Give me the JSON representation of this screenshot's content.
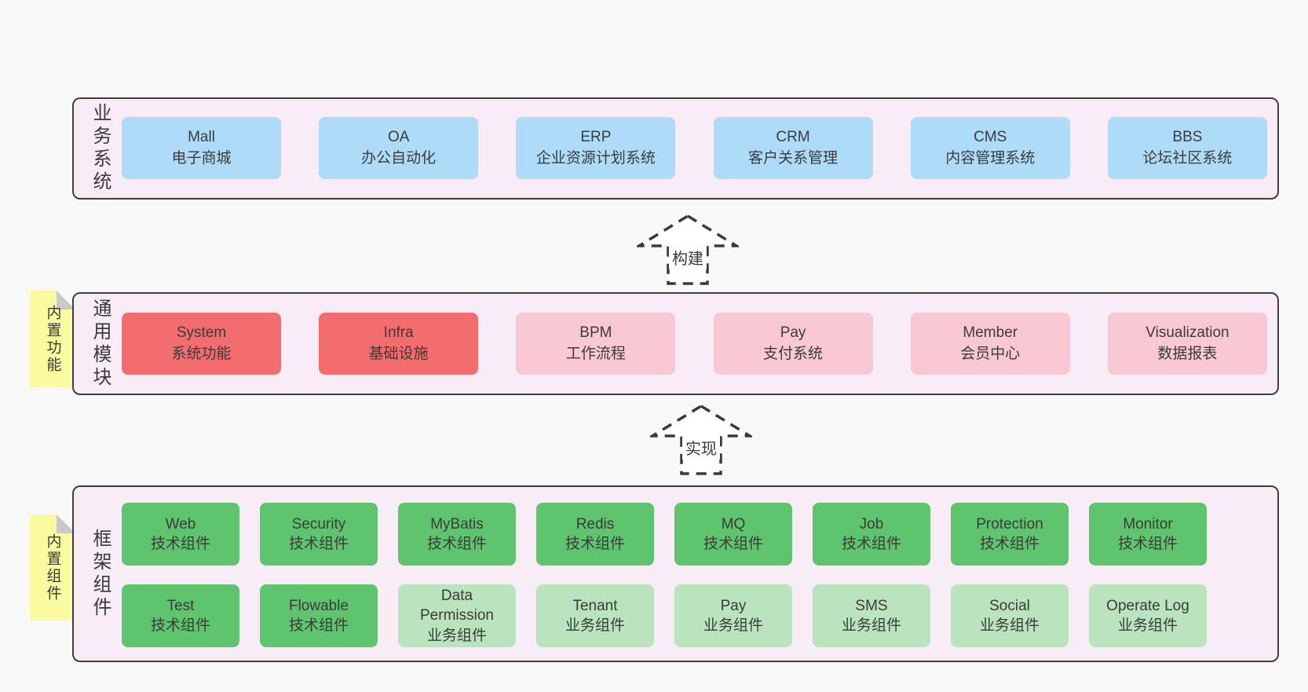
{
  "diagram_title": "",
  "colors": {
    "page_bg": "#f8f8f8",
    "band_bg": "#f8edf6",
    "band_border": "#3f3f3f",
    "system_blue": "#aedcf8",
    "core_red": "#f36d6e",
    "module_pink": "#f9c9d3",
    "tech_green": "#5fc46e",
    "biz_light_green": "#b9e4be",
    "note_yellow": "#fafaa0",
    "note_fold_gray": "#c9c9c9",
    "text": "#3b3b3b"
  },
  "arrows": [
    {
      "label": "构建"
    },
    {
      "label": "实现"
    }
  ],
  "bands": [
    {
      "label": "业务系统",
      "boxes": [
        {
          "title": "Mall",
          "subtitle": "电子商城",
          "variant": "blue"
        },
        {
          "title": "OA",
          "subtitle": "办公自动化",
          "variant": "blue"
        },
        {
          "title": "ERP",
          "subtitle": "企业资源计划系统",
          "variant": "blue"
        },
        {
          "title": "CRM",
          "subtitle": "客户关系管理",
          "variant": "blue"
        },
        {
          "title": "CMS",
          "subtitle": "内容管理系统",
          "variant": "blue"
        },
        {
          "title": "BBS",
          "subtitle": "论坛社区系统",
          "variant": "blue"
        }
      ]
    },
    {
      "label": "通用模块",
      "note": "内置功能",
      "boxes": [
        {
          "title": "System",
          "subtitle": "系统功能",
          "variant": "red"
        },
        {
          "title": "Infra",
          "subtitle": "基础设施",
          "variant": "red"
        },
        {
          "title": "BPM",
          "subtitle": "工作流程",
          "variant": "pink"
        },
        {
          "title": "Pay",
          "subtitle": "支付系统",
          "variant": "pink"
        },
        {
          "title": "Member",
          "subtitle": "会员中心",
          "variant": "pink"
        },
        {
          "title": "Visualization",
          "subtitle": "数据报表",
          "variant": "pink"
        }
      ]
    },
    {
      "label": "框架组件",
      "note": "内置组件",
      "rows": [
        [
          {
            "title": "Web",
            "subtitle": "技术组件",
            "variant": "green"
          },
          {
            "title": "Security",
            "subtitle": "技术组件",
            "variant": "green"
          },
          {
            "title": "MyBatis",
            "subtitle": "技术组件",
            "variant": "green"
          },
          {
            "title": "Redis",
            "subtitle": "技术组件",
            "variant": "green"
          },
          {
            "title": "MQ",
            "subtitle": "技术组件",
            "variant": "green"
          },
          {
            "title": "Job",
            "subtitle": "技术组件",
            "variant": "green"
          },
          {
            "title": "Protection",
            "subtitle": "技术组件",
            "variant": "green"
          },
          {
            "title": "Monitor",
            "subtitle": "技术组件",
            "variant": "green"
          }
        ],
        [
          {
            "title": "Test",
            "subtitle": "技术组件",
            "variant": "green"
          },
          {
            "title": "Flowable",
            "subtitle": "技术组件",
            "variant": "green"
          },
          {
            "title": "Data Permission",
            "subtitle": "业务组件",
            "variant": "lightgreen"
          },
          {
            "title": "Tenant",
            "subtitle": "业务组件",
            "variant": "lightgreen"
          },
          {
            "title": "Pay",
            "subtitle": "业务组件",
            "variant": "lightgreen"
          },
          {
            "title": "SMS",
            "subtitle": "业务组件",
            "variant": "lightgreen"
          },
          {
            "title": "Social",
            "subtitle": "业务组件",
            "variant": "lightgreen"
          },
          {
            "title": "Operate Log",
            "subtitle": "业务组件",
            "variant": "lightgreen"
          }
        ]
      ]
    }
  ]
}
